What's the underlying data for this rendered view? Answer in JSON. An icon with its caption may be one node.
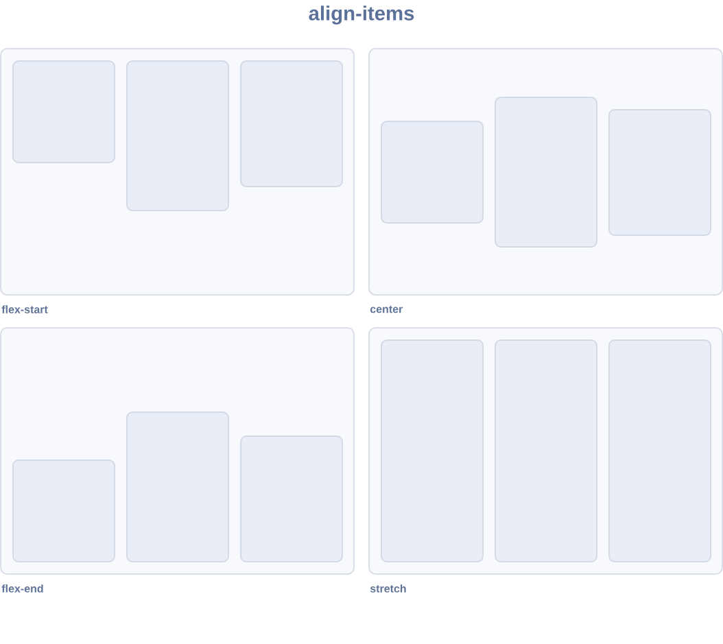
{
  "diagram": {
    "title": "align-items",
    "nodes": [
      {
        "text": [
          "flex-start"
        ]
      },
      {
        "text": [],
        "shape": "box",
        "in": 0
      },
      {
        "text": [],
        "shape": "box",
        "in": 0
      },
      {
        "text": [],
        "shape": "box",
        "in": 0
      },
      {
        "text": [
          "center"
        ]
      },
      {
        "text": [],
        "shape": "box",
        "in": 4
      },
      {
        "text": [],
        "shape": "box",
        "in": 4
      },
      {
        "text": [],
        "shape": "box",
        "in": 4
      },
      {
        "text": [
          "flex-end"
        ]
      },
      {
        "text": [],
        "shape": "box",
        "in": 8
      },
      {
        "text": [],
        "shape": "box",
        "in": 8
      },
      {
        "text": [],
        "shape": "box",
        "in": 8
      },
      {
        "text": [
          "stretch"
        ]
      },
      {
        "text": [],
        "shape": "box",
        "in": 12
      },
      {
        "text": [],
        "shape": "box",
        "in": 12
      },
      {
        "text": [],
        "shape": "box",
        "in": 12
      }
    ],
    "edges": []
  }
}
